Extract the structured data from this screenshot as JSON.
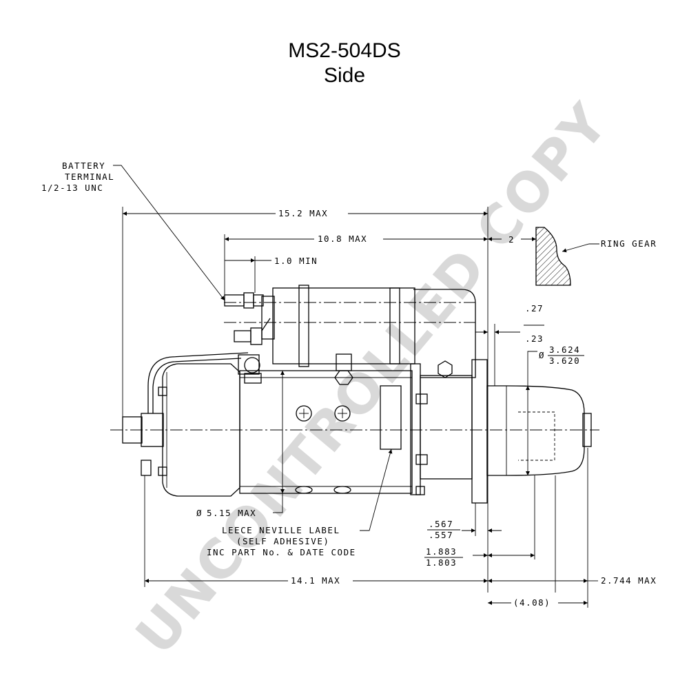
{
  "title": {
    "model": "MS2-504DS",
    "view": "Side"
  },
  "watermark": "UNCONTROLLED COPY",
  "labels": {
    "battery_terminal": [
      "BATTERY",
      "TERMINAL",
      "1/2-13 UNC"
    ],
    "ring_gear": "RING GEAR",
    "leece_label": [
      "LEECE NEVILLE LABEL",
      "(SELF ADHESIVE)",
      "INC PART No. & DATE CODE"
    ]
  },
  "dimensions": {
    "overall_length": "15.2 MAX",
    "solenoid_length": "10.8 MAX",
    "terminal_min": "1.0 MIN",
    "gear_clearance": "2",
    "offset_top": ".27",
    "offset_bottom": ".23",
    "pilot_dia_top": "3.624",
    "pilot_dia_bottom": "3.620",
    "body_dia": "5.15 MAX",
    "flange_top": ".567",
    "flange_bottom": ".557",
    "pinion_top": "1.883",
    "pinion_bottom": "1.803",
    "body_length": "14.1 MAX",
    "nose_length": "2.744 MAX",
    "reference_length": "(4.08)"
  },
  "colors": {
    "line": "#000000",
    "watermark": "#d9d9d9"
  }
}
